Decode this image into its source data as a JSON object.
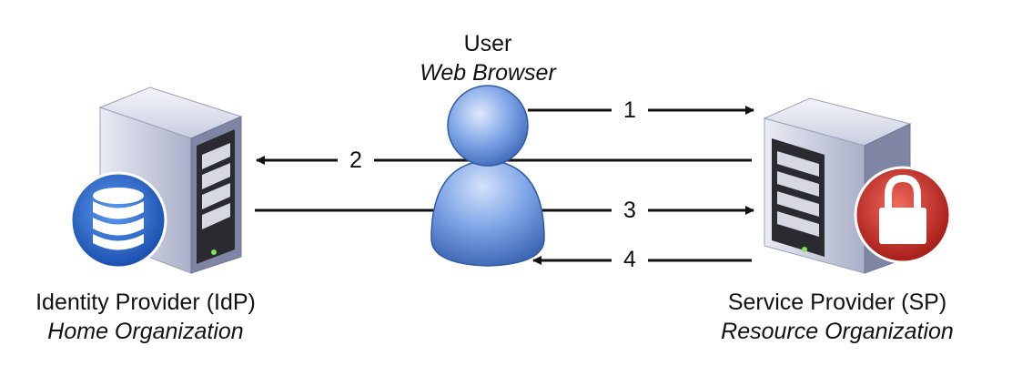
{
  "user": {
    "title": "User",
    "subtitle": "Web Browser"
  },
  "idp": {
    "title": "Identity Provider (IdP)",
    "subtitle": "Home Organization",
    "icon": "database-icon"
  },
  "sp": {
    "title": "Service Provider (SP)",
    "subtitle": "Resource Organization",
    "icon": "lock-icon"
  },
  "steps": [
    {
      "label": "1",
      "from": "user",
      "to": "sp"
    },
    {
      "label": "2",
      "from": "sp",
      "to": "idp"
    },
    {
      "label": "3",
      "from": "idp",
      "to": "sp"
    },
    {
      "label": "4",
      "from": "sp",
      "to": "user"
    }
  ],
  "colors": {
    "server_body": "#b9bfd6",
    "server_front": "#2b2b33",
    "user_blue": "#4f7fd0",
    "db_blue": "#2f6fd8",
    "lock_red": "#c9241e",
    "line": "#111111"
  }
}
